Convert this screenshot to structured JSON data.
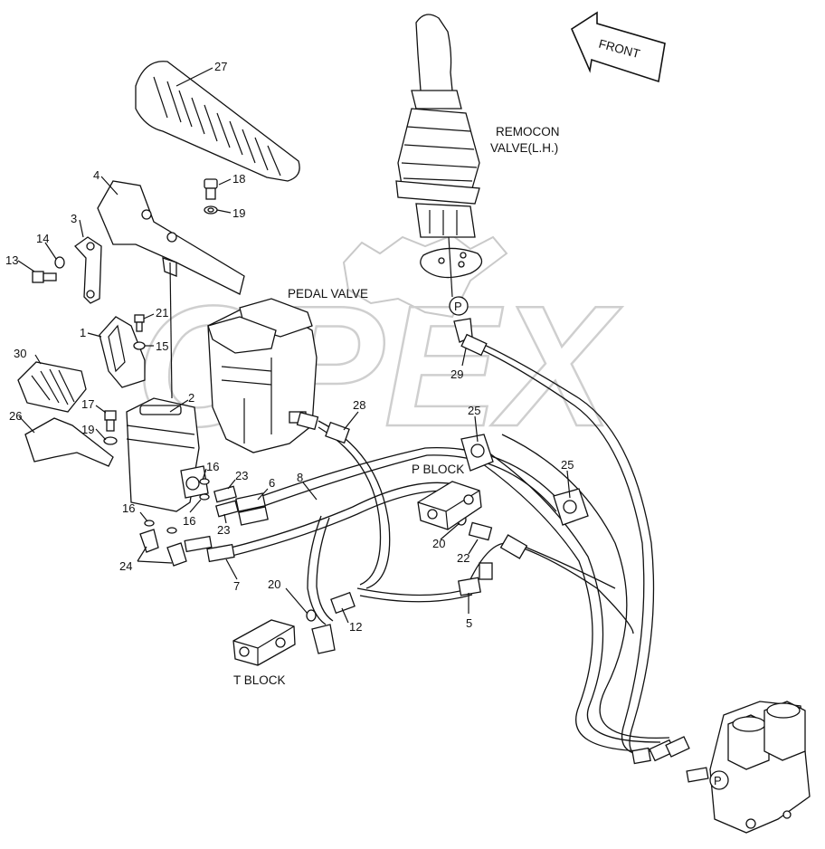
{
  "front_arrow_label": "FRONT",
  "remocon_label_1": "REMOCON",
  "remocon_label_2": "VALVE(L.H.)",
  "pedal_valve_label": "PEDAL VALVE",
  "p_block_label": "P BLOCK",
  "t_block_label": "T BLOCK",
  "port_p_top": "P",
  "port_p_bottom": "P",
  "watermark_text": "OPEX",
  "callouts": {
    "c1": "1",
    "c2": "2",
    "c3": "3",
    "c4": "4",
    "c5": "5",
    "c6": "6",
    "c7": "7",
    "c8": "8",
    "c12": "12",
    "c13": "13",
    "c14": "14",
    "c15": "15",
    "c16a": "16",
    "c16b": "16",
    "c16c": "16",
    "c17": "17",
    "c18": "18",
    "c19a": "19",
    "c19b": "19",
    "c20a": "20",
    "c20b": "20",
    "c21": "21",
    "c22": "22",
    "c23a": "23",
    "c23b": "23",
    "c24": "24",
    "c25a": "25",
    "c25b": "25",
    "c26": "26",
    "c27": "27",
    "c28": "28",
    "c29": "29",
    "c30": "30"
  }
}
